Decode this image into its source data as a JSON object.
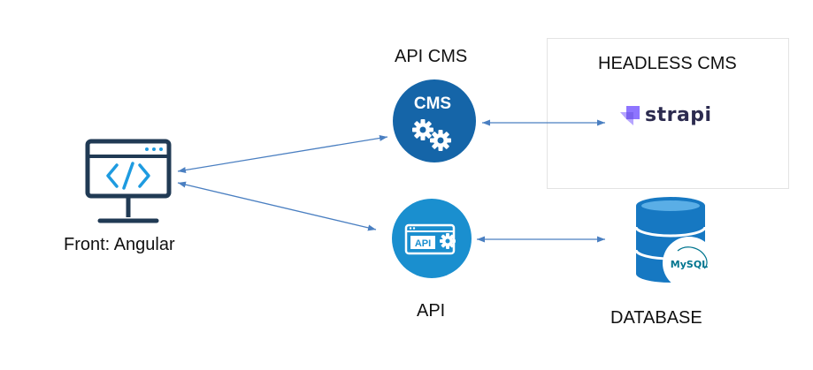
{
  "nodes": {
    "front": {
      "label": "Front: Angular",
      "icon": "monitor-code-icon"
    },
    "api_cms": {
      "label": "API CMS",
      "badge": "CMS",
      "icon": "gears-icon"
    },
    "api": {
      "label": "API",
      "badge": "API",
      "icon": "api-gear-icon"
    },
    "headless_cms": {
      "label": "HEADLESS CMS",
      "logo_text": "strapi",
      "icon": "strapi-logo-icon"
    },
    "database": {
      "label": "DATABASE",
      "logo_text": "MySQL",
      "icon": "database-cylinder-icon"
    }
  },
  "connections": [
    {
      "from": "front",
      "to": "api_cms",
      "bidirectional": true
    },
    {
      "from": "front",
      "to": "api",
      "bidirectional": true
    },
    {
      "from": "api_cms",
      "to": "headless_cms",
      "bidirectional": true
    },
    {
      "from": "api",
      "to": "database",
      "bidirectional": true
    }
  ],
  "colors": {
    "arrow": "#4a7fc1",
    "circle_dark": "#1565a8",
    "circle_light": "#1a8fcf",
    "monitor_outline": "#203a54",
    "code_accent": "#1e9be0",
    "db_blue": "#1678c2",
    "strapi_purple": "#8e75ff",
    "strapi_text": "#2c2b4f",
    "mysql_blue": "#00758f"
  }
}
